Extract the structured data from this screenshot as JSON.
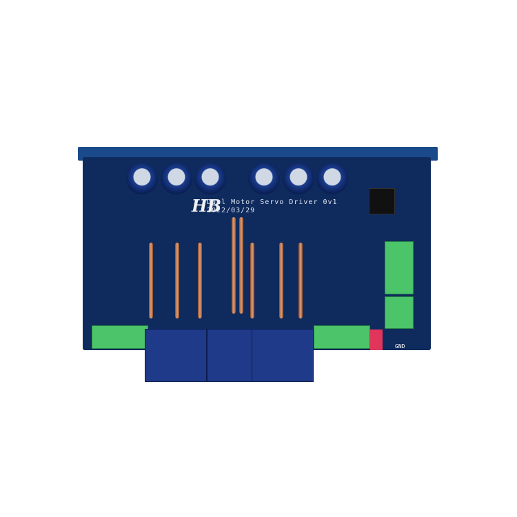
{
  "product": {
    "logo": "HB",
    "silkscreen_title": "Dual Motor Servo Driver 0v1",
    "silkscreen_date": "2022/03/29",
    "gnd_label": "GND"
  },
  "colors": {
    "pcb": "#0f2a5c",
    "case": "#1b4a8a",
    "terminal": "#4cc46a",
    "copper": "#c87a52"
  }
}
